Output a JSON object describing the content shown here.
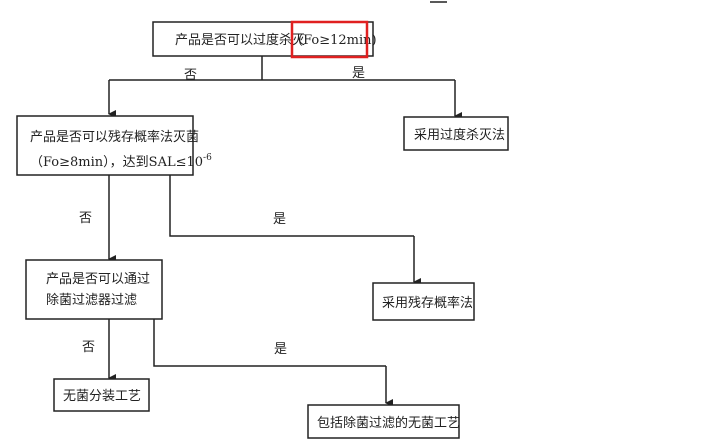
{
  "nodes": {
    "q1": "产品是否可以过度杀灭（Fo≥12min）",
    "q1_main": "产品是否可以过度杀灭",
    "q1_highlight": "(Fo≥12min)",
    "r1": "采用过度杀灭法",
    "q2_line1": "产品是否可以残存概率法灭菌",
    "q2_line2": "（Fo≥8min），达到SAL≤10",
    "q2_exp": "-6",
    "r2": "采用残存概率法",
    "q3_line1": "产品是否可以通过",
    "q3_line2": "除菌过滤器过滤",
    "r3_no": "无菌分装工艺",
    "r3_yes": "包括除菌过滤的无菌工艺"
  },
  "labels": {
    "no": "否",
    "yes": "是"
  },
  "colors": {
    "highlight": "#e02020",
    "line": "#222222"
  }
}
